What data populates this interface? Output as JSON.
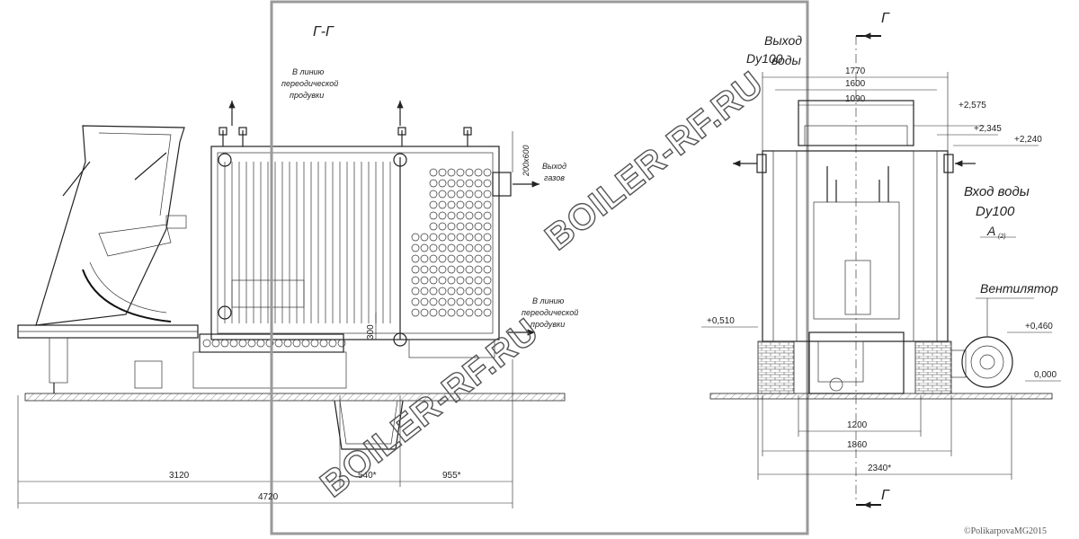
{
  "section_label": "Г-Г",
  "cut_marker": "Г",
  "labels": {
    "periodic_purge_top_1": "В линию",
    "periodic_purge_top_2": "переодической",
    "periodic_purge_top_3": "продувки",
    "periodic_purge_bottom_1": "В линию",
    "periodic_purge_bottom_2": "переодической",
    "periodic_purge_bottom_3": "продувки",
    "gas_outlet_1": "Выход",
    "gas_outlet_2": "газов",
    "gas_outlet_size": "200x600",
    "water_outlet_1": "Выход",
    "water_outlet_2": "воды",
    "water_outlet_dn": "Dy100",
    "water_inlet_1": "Вход воды",
    "water_inlet_dn": "Dy100",
    "view_a": "А",
    "view_a_sub": "(2)",
    "fan": "Вентилятор"
  },
  "dimensions": {
    "d3120": "3120",
    "d4720": "4720",
    "d540": "540*",
    "d955": "955*",
    "d300": "300",
    "d1770": "1770",
    "d1600": "1600",
    "d1090": "1090",
    "d1200": "1200",
    "d1860": "1860",
    "d2340": "2340*"
  },
  "elevations": {
    "e2575": "+2,575",
    "e2345": "+2,345",
    "e2240": "+2,240",
    "e0510": "+0,510",
    "e0460": "+0,460",
    "e0000": "0,000"
  },
  "watermark": "BOILER-RF.RU",
  "copyright": "©PolikarpovaMG2015"
}
